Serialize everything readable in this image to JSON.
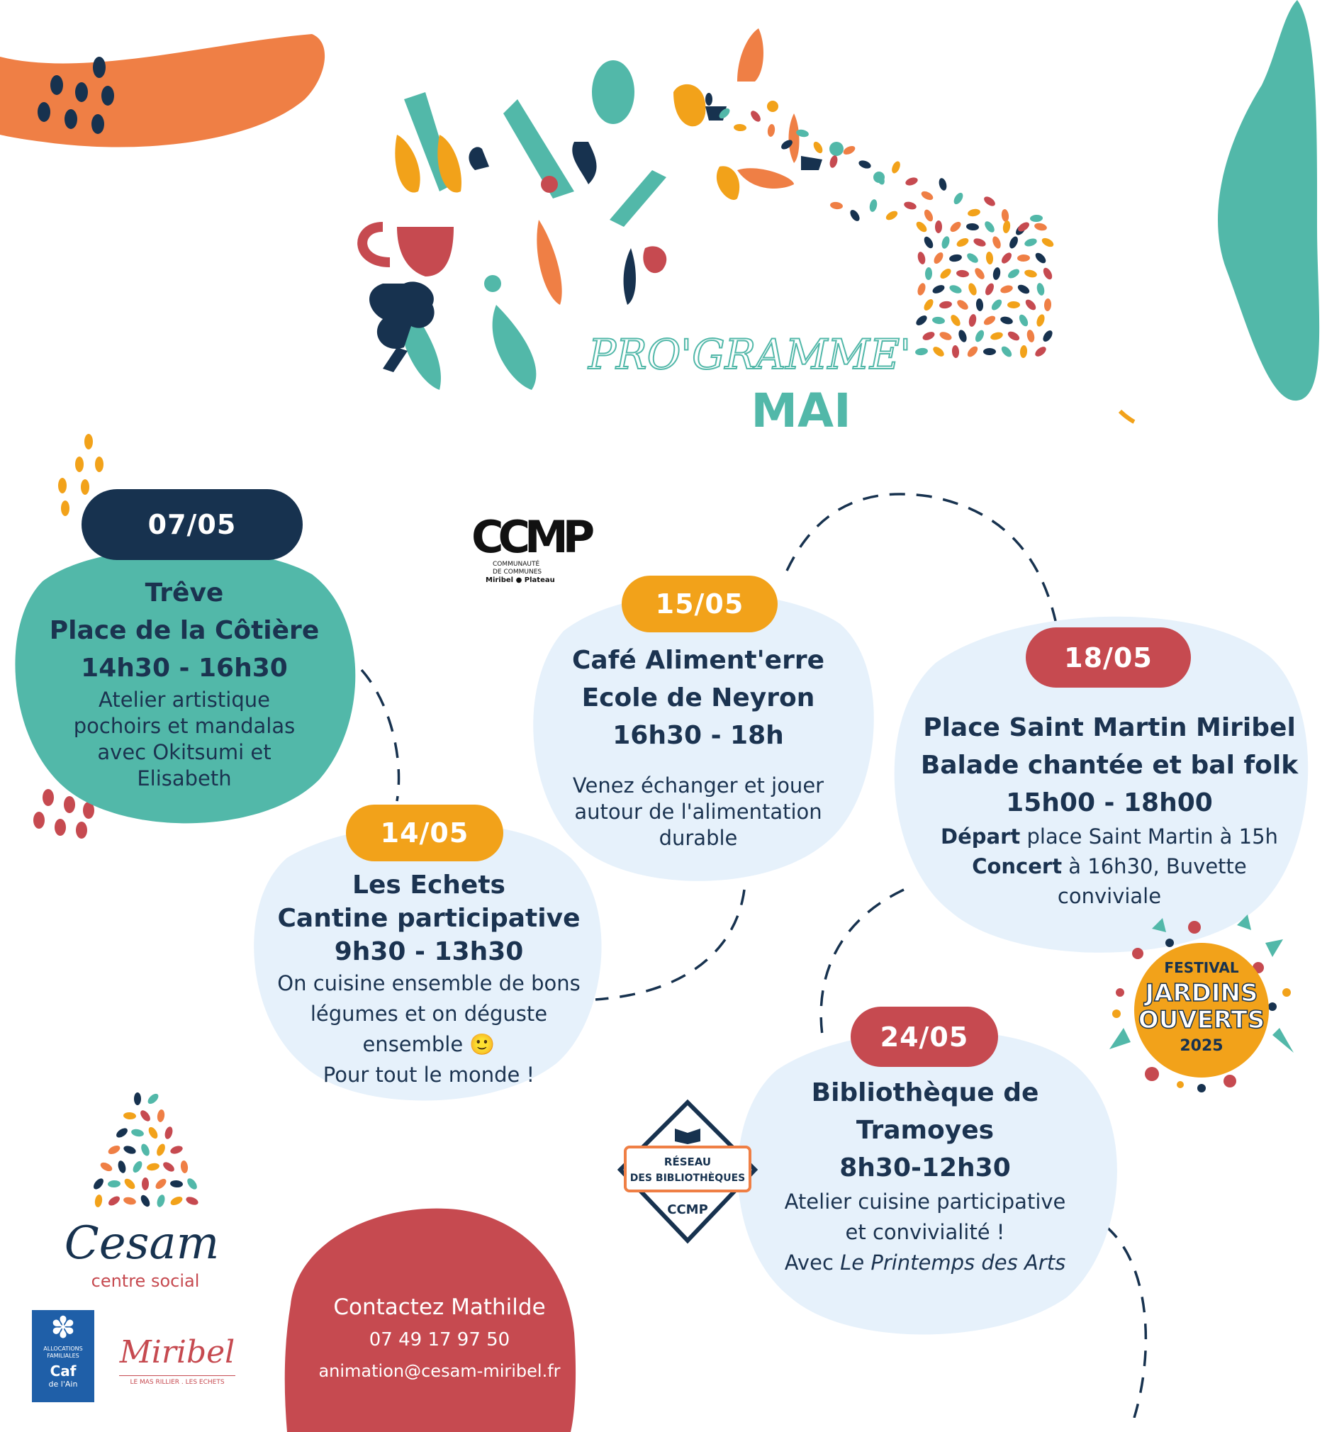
{
  "header": {
    "title_script": "PRO'GRAMME'",
    "month": "MAI"
  },
  "events": [
    {
      "date": "07/05",
      "lines": [
        "Trêve",
        "Place de la Côtière",
        "14h30 - 16h30"
      ],
      "desc": [
        "Atelier artistique",
        "pochoirs et mandalas",
        "avec Okitsumi et",
        "Elisabeth"
      ]
    },
    {
      "date": "14/05",
      "lines": [
        "Les Echets",
        "Cantine participative",
        "9h30 - 13h30"
      ],
      "desc": [
        "On cuisine ensemble de bons",
        "légumes et on déguste",
        "ensemble 🙂",
        "Pour tout le monde !"
      ]
    },
    {
      "date": "15/05",
      "lines": [
        "Café Aliment'erre",
        "Ecole de Neyron",
        "16h30 - 18h"
      ],
      "desc": [
        "Venez échanger et jouer",
        "autour de l'alimentation",
        "durable"
      ]
    },
    {
      "date": "18/05",
      "lines": [
        "Place Saint Martin Miribel",
        "Balade chantée et bal folk",
        "15h00 - 18h00"
      ],
      "desc_bold_1": "Départ",
      "desc_rest_1": " place Saint Martin à 15h",
      "desc_bold_2": "Concert",
      "desc_rest_2": " à 16h30,  Buvette",
      "desc_3": "conviviale"
    },
    {
      "date": "24/05",
      "lines": [
        "Bibliothèque de",
        "Tramoyes",
        "8h30-12h30"
      ],
      "desc": [
        "Atelier cuisine participative",
        "et convivialité !"
      ],
      "desc_with": "Avec ",
      "desc_italic": "Le Printemps des Arts"
    }
  ],
  "contact": {
    "title": "Contactez Mathilde",
    "phone": "07 49 17 97 50",
    "email": "animation@cesam-miribel.fr"
  },
  "logos": {
    "ccmp": {
      "letters": "CCMP",
      "line1": "COMMUNAUTÉ",
      "line2": "DE COMMUNES",
      "line3": "Miribel ● Plateau"
    },
    "festival": {
      "top": "FESTIVAL",
      "line1": "JARDINS",
      "line2": "OUVERTS",
      "year": "2025"
    },
    "reseau": {
      "line1": "RÉSEAU",
      "line2": "DES BIBLIOTHÈQUES",
      "mini": "CCMP"
    },
    "cesam": {
      "name": "Cesam",
      "sub": "centre social"
    },
    "caf": {
      "line1": "ALLOCATIONS",
      "line2": "FAMILIALES",
      "name": "Caf",
      "sub": "de l'Ain"
    },
    "miribel": {
      "name": "Miribel",
      "sub": "LE MAS RILLIER . LES ECHETS"
    }
  },
  "colors": {
    "navy": "#17324f",
    "teal": "#52b8a9",
    "orange": "#f2a21a",
    "red": "#c64a50",
    "lightblue": "#e6f1fb",
    "coral": "#ef7f45"
  }
}
